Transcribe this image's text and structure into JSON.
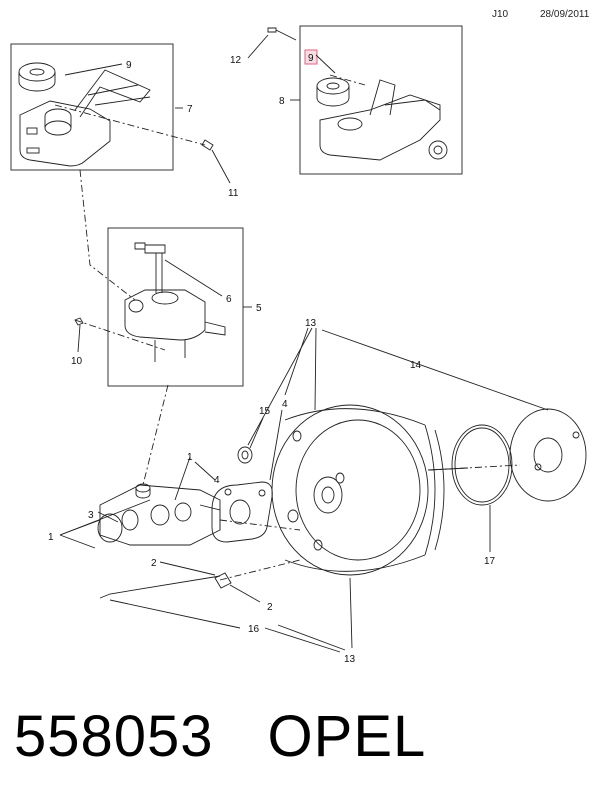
{
  "header": {
    "code": "J10",
    "date": "28/09/2011"
  },
  "callouts": {
    "c1a": "1",
    "c1b": "1",
    "c2a": "2",
    "c2b": "2",
    "c3": "3",
    "c4a": "4",
    "c4b": "4",
    "c5": "5",
    "c6": "6",
    "c7": "7",
    "c8": "8",
    "c9a": "9",
    "c9b": "9",
    "c10": "10",
    "c11": "11",
    "c12": "12",
    "c13a": "13",
    "c13b": "13",
    "c14": "14",
    "c15": "15",
    "c16": "16",
    "c17": "17"
  },
  "footer": {
    "part_number": "558053",
    "brand": "OPEL"
  },
  "colors": {
    "line": "#222222",
    "highlight": "#e06080",
    "highlight_fill": "#f7dde4"
  }
}
